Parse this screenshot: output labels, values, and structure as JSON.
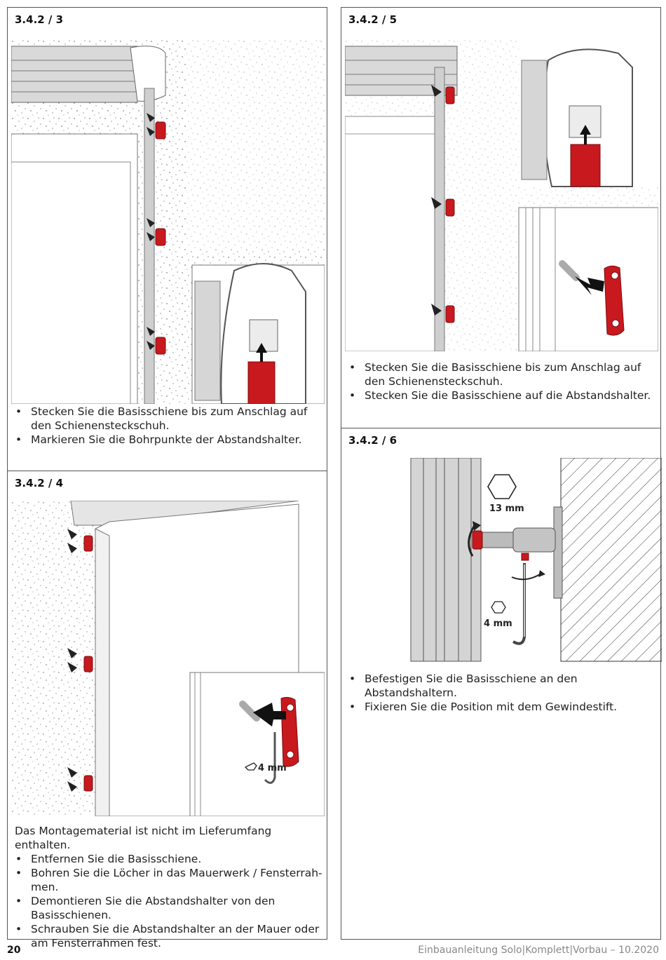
{
  "steps": {
    "s3": {
      "title": "3.4.2 / 3",
      "bullets": [
        "Stecken Sie die Basisschiene bis zum Anschlag auf den Schienensteckschuh.",
        "Markieren Sie die Bohrpunkte der Abstandshalter."
      ]
    },
    "s4": {
      "title": "3.4.2 / 4",
      "intro": "Das Montagematerial ist nicht im Lieferumfang enthalten.",
      "bullets": [
        "Entfernen Sie die Basisschiene.",
        "Bohren Sie die Löcher in das Mauerwerk / Fensterrah-men.",
        "Demontieren Sie die Abstandshalter von den Basisschienen.",
        "Schrauben Sie die Abstandshalter an der Mauer oder am Fensterrahmen fest."
      ],
      "label_hex": "4 mm"
    },
    "s5": {
      "title": "3.4.2 / 5",
      "bullets": [
        "Stecken Sie die Basisschiene bis zum Anschlag auf den Schienensteckschuh.",
        "Stecken Sie die Basisschiene auf die Abstandshalter."
      ]
    },
    "s6": {
      "title": "3.4.2 / 6",
      "bullets": [
        "Befestigen Sie die Basisschiene an den Abstandshaltern.",
        "Fixieren Sie die Position mit dem Gewindestift."
      ],
      "label_big": "13 mm",
      "label_small": "4 mm"
    }
  },
  "page_number": "20",
  "footer": "Einbauanleitung Solo|Komplett|Vorbau – 10.2020",
  "colors": {
    "accent_red": "#c8191e",
    "frame_gray": "#cfcfcf",
    "border": "#555555"
  }
}
